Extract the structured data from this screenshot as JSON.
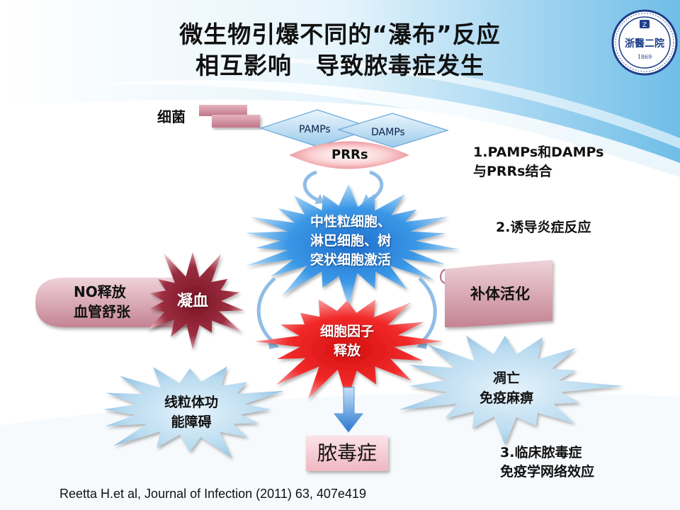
{
  "title": {
    "line1": "微生物引爆不同的“瀑布”反应",
    "line2": "相互影响　导致脓毒症发生"
  },
  "logo": {
    "text": "浙醫二院",
    "year": "1869"
  },
  "diagram": {
    "bacteria": "细菌",
    "pamps": "PAMPs",
    "damps": "DAMPs",
    "prrs": "PRRs",
    "cells_line1": "中性粒细胞、",
    "cells_line2": "淋巴细胞、树",
    "cells_line3": "突状细胞激活",
    "no_line1": "NO释放",
    "no_line2": "血管舒张",
    "coag": "凝血",
    "cytokine_line1": "细胞因子",
    "cytokine_line2": "释放",
    "complement": "补体活化",
    "apoptosis_line1": "凋亡",
    "apoptosis_line2": "免疫麻痹",
    "mito_line1": "线粒体功",
    "mito_line2": "能障碍",
    "sepsis": "脓毒症"
  },
  "notes": {
    "n1_line1": "1.PAMPs和DAMPs",
    "n1_line2": "与PRRs结合",
    "n2": "2.诱导炎症反应",
    "n3_line1": "3.临床脓毒症",
    "n3_line2": "免疫学网络效应"
  },
  "citation": "Reetta H.et al, Journal of Infection (2011) 63, 407e419",
  "colors": {
    "pink": "#c97f91",
    "light_blue": "#a9d4ee",
    "blue_burst": "#2b8be0",
    "red_burst": "#ee1b1b",
    "maroon": "#8a2030",
    "arrow_blue": "#3a86d6"
  }
}
